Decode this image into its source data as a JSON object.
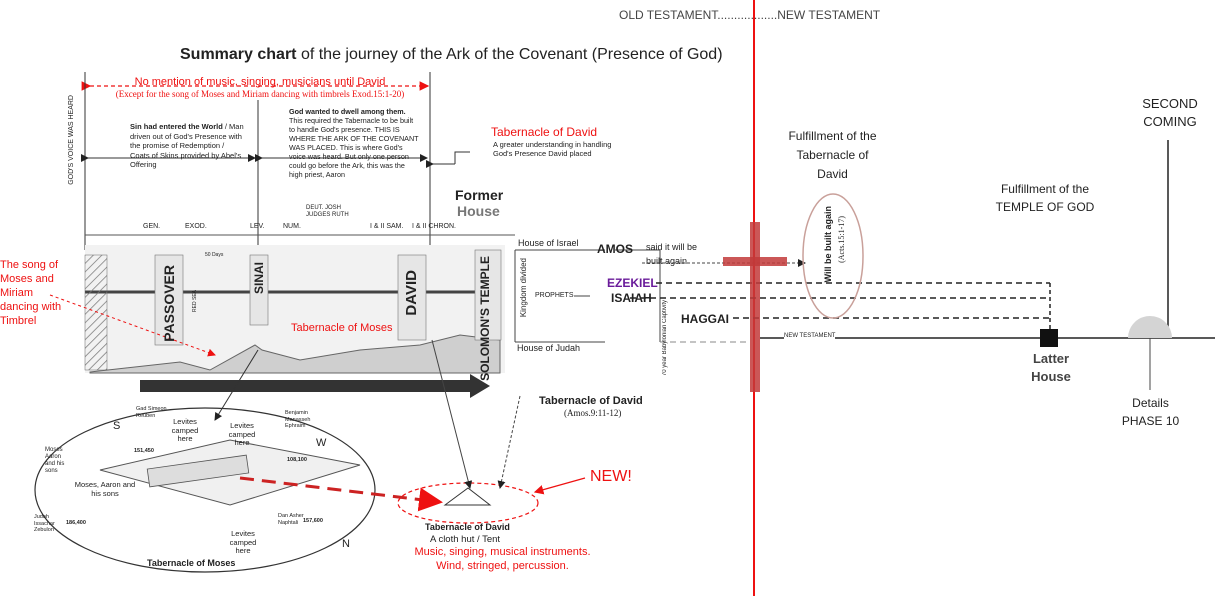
{
  "header": {
    "testaments": "OLD TESTAMENT..................NEW TESTAMENT",
    "title_bold": "Summary chart",
    "title_rest": " of the journey of the Ark of the Covenant (Presence of God)"
  },
  "notes": {
    "no_music": "No mention of music, singing, musicians until David",
    "except": "(Except for the song of Moses and Miriam dancing with timbrels Exod.15:1-20)",
    "gods_voice": "GOD'S VOICE WAS HEARD",
    "sin_title": "Sin had entered the World",
    "sin_rest": " / Man driven out of God's Presence with the promise of Redemption / Coats of Skins provided by Abel's Offering",
    "dwell_title": "God wanted to dwell among them.",
    "dwell_rest": " This required the Tabernacle to be built to handle God's presence. THIS IS WHERE THE ARK OF THE COVENANT WAS PLACED. This is where God's voice was heard. But only one person could go before the Ark, this was the high priest, Aaron",
    "tod_title": "Tabernacle of David",
    "tod_text": "A greater understanding in handling God's Presence David placed",
    "former": "Former",
    "house": "House",
    "song": "The song of Moses and Miriam dancing with Timbrel"
  },
  "books": [
    "GEN.",
    "EXOD.",
    "LEV.",
    "NUM.",
    "DEUT. JOSH JUDGES RUTH",
    "I & II SAM.",
    "I & II CHRON."
  ],
  "timeline": {
    "passover": "PASSOVER",
    "sinai": "SINAI",
    "david": "DAVID",
    "solomon": "SOLOMON'S TEMPLE",
    "red_sea": "RED SEA",
    "days": "50 Days",
    "tab_moses": "Tabernacle of Moses"
  },
  "kingdom": {
    "israel": "House of Israel",
    "judah": "House of Judah",
    "divided": "Kingdom divided",
    "prophets": "PROPHETS",
    "captivity": "70 year Babylonian Captivity",
    "new_testament": "NEW TESTAMENT"
  },
  "prophets": {
    "amos": "AMOS",
    "amos_note": "said it will be built again",
    "ezekiel": "EZEKIEL",
    "isaiah": "ISAIAH",
    "haggai": "HAGGAI",
    "built_again": "Will be built again",
    "acts_ref": "(Acts.15:1-17)"
  },
  "fulfillment": {
    "tod": "Fulfillment of the Tabernacle of David",
    "temple": "Fulfillment of the TEMPLE OF GOD",
    "second_coming": "SECOND COMING",
    "latter_house": "Latter House",
    "details": "Details PHASE 10"
  },
  "camp": {
    "s": "S",
    "w": "W",
    "n": "N",
    "levites1": "Levites camped here",
    "levites2": "Levites camped here",
    "levites3": "Levites camped here",
    "gad": "Gad Simeon Reuben",
    "gad_num": "151,450",
    "benjamin": "Benjamin Manasseh Ephraim",
    "benj_num": "108,100",
    "moses_aaron": "Moses Aaron and his sons",
    "moses2": "Moses, Aaron and his sons",
    "judah": "Judah Issachar Zebulon",
    "judah_num": "186,400",
    "dan": "Dan Asher Naphtali",
    "dan_num": "157,600",
    "tab_moses": "Tabernacle of Moses"
  },
  "david_tent": {
    "title": "Tabernacle of David",
    "ref": "(Amos.9:11-12)",
    "new": "NEW!",
    "title2": "Tabernacle of David",
    "hut": "A cloth hut / Tent",
    "music1": "Music, singing, musical instruments.",
    "music2": "Wind, stringed, percussion."
  },
  "colors": {
    "red": "#e11111",
    "purple": "#6a1b9a",
    "cross": "#c23a3a"
  }
}
